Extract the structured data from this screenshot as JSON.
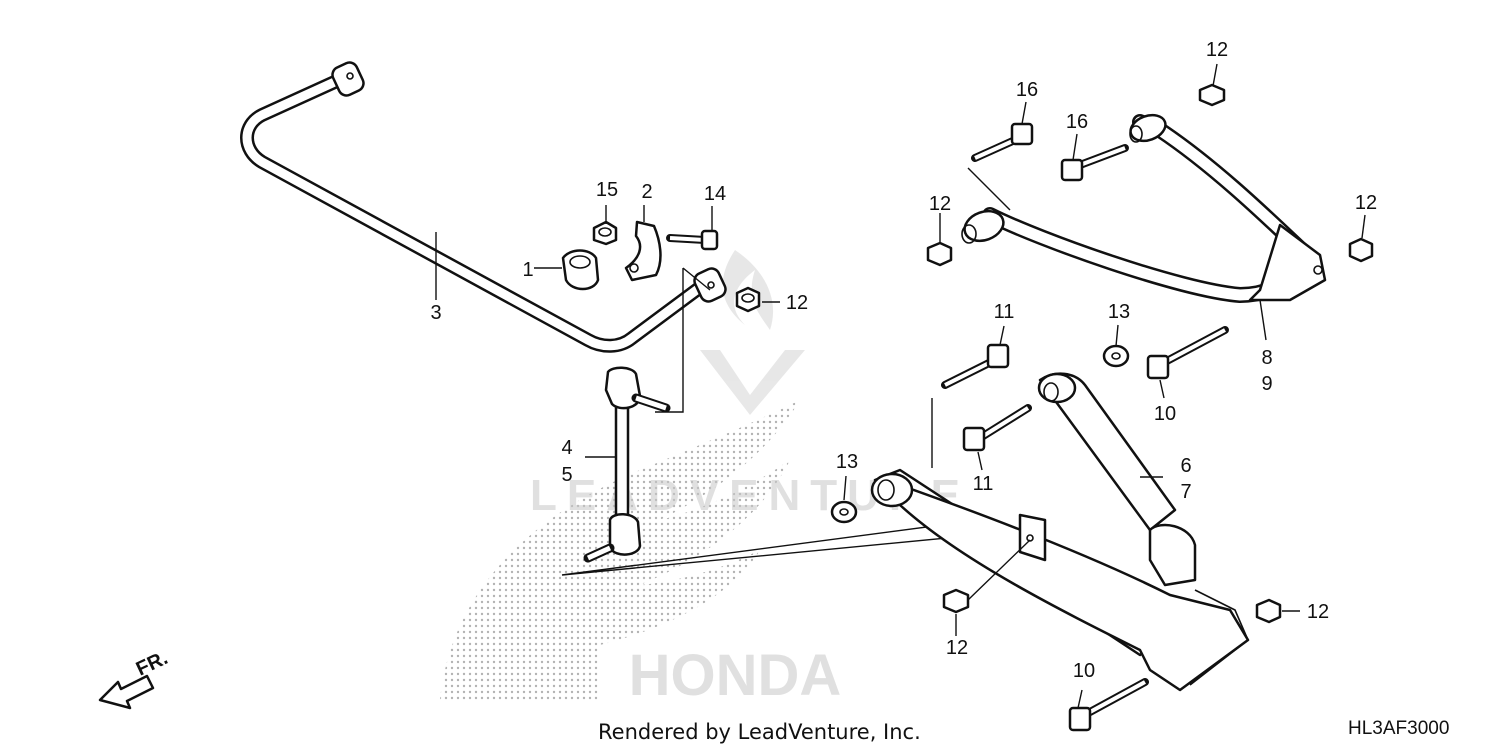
{
  "diagram": {
    "callouts": {
      "c1": "1",
      "c2": "2",
      "c3": "3",
      "c4": "4",
      "c5": "5",
      "c6": "6",
      "c7": "7",
      "c8": "8",
      "c9": "9",
      "c10a": "10",
      "c10b": "10",
      "c11a": "11",
      "c11b": "11",
      "c12a": "12",
      "c12b": "12",
      "c12c": "12",
      "c12d": "12",
      "c12e": "12",
      "c12f": "12",
      "c13a": "13",
      "c13b": "13",
      "c14": "14",
      "c15": "15",
      "c16a": "16",
      "c16b": "16"
    },
    "direction_label": "FR.",
    "credit": "Rendered by LeadVenture, Inc.",
    "code": "HL3AF3000"
  },
  "watermark": {
    "leadventure": "LEADVENTURE",
    "honda": "HONDA"
  },
  "colors": {
    "line": "#111111",
    "watermark": "#c7c7c7"
  }
}
